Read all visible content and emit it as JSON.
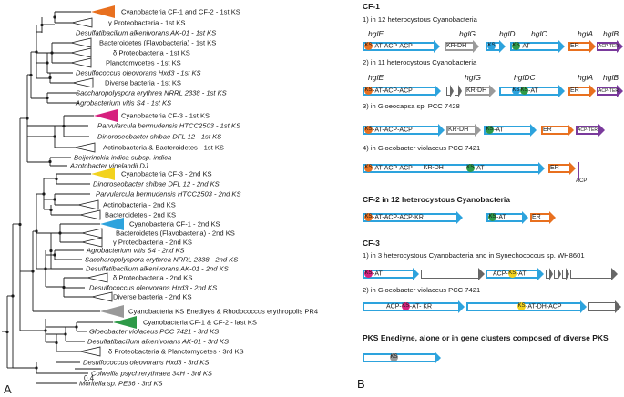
{
  "panelA": {
    "letter": "A",
    "scale_label": "0.4",
    "leaves": [
      {
        "text": "Cyanobacteria CF-1 and CF-2 - 1st KS",
        "clade": "#e8701f"
      },
      {
        "text": "γ Proteobacteria - 1st KS",
        "clade": "outline"
      },
      {
        "text": "Desulfatibacillum alkenivorans AK-01 - 1st KS",
        "italic": true
      },
      {
        "text": "Bacteroidetes (Flavobacteria) - 1st KS",
        "clade": "outline"
      },
      {
        "text": "δ Proteobacteria - 1st KS",
        "clade": "outline"
      },
      {
        "text": "Planctomycetes - 1st KS",
        "clade": "outline"
      },
      {
        "text": "Desulfococcus oleovorans Hxd3 - 1st KS",
        "italic": true
      },
      {
        "text": "Diverse bacteria - 1st KS",
        "clade": "outline"
      },
      {
        "text": "Saccharopolyspora erythrea NRRL 2338 - 1st KS",
        "italic": true
      },
      {
        "text": "Agrobacterium vitis S4 - 1st KS",
        "italic": true
      },
      {
        "text": "Cyanobacteria CF-3 - 1st KS",
        "clade": "#d6207e"
      },
      {
        "text": "Parvularcula bermudensis HTCC2503 - 1st KS",
        "italic": true
      },
      {
        "text": "Dinoroseobacter shibae DFL 12 - 1st KS",
        "italic": true
      },
      {
        "text": "Actinobacteria & Bacteroidetes - 1st KS",
        "clade": "outline"
      },
      {
        "text": "Beijerinckia indica subsp. indica",
        "italic": true
      },
      {
        "text": "Azotobacter vinelandii DJ",
        "italic": true
      },
      {
        "text": "Cyanobacteria CF-3 - 2nd KS",
        "clade": "#f2d21e"
      },
      {
        "text": "Dinoroseobacter shibae DFL 12 - 2nd KS",
        "italic": true
      },
      {
        "text": "Parvularcula bermudensis HTCC2503 - 2nd KS",
        "italic": true
      },
      {
        "text": "Actinobacteria - 2nd KS",
        "clade": "outline"
      },
      {
        "text": "Bacteroidetes - 2nd KS",
        "clade": "outline"
      },
      {
        "text": "Cyanobacteria CF-1 - 2nd KS",
        "clade": "#2da3dd"
      },
      {
        "text": "Bacteroidetes (Flavobacteria) - 2nd KS",
        "clade": "outline"
      },
      {
        "text": "γ Proteobacteria - 2nd KS",
        "clade": "outline"
      },
      {
        "text": "Agrobacterium vitis S4 - 2nd KS",
        "italic": true
      },
      {
        "text": "Saccharopolyspora erythrea NRRL 2338 - 2nd KS",
        "italic": true
      },
      {
        "text": "Desulfatibacillum alkenivorans AK-01 - 2nd KS",
        "italic": true
      },
      {
        "text": "δ Proteobacteria - 2nd KS",
        "clade": "outline"
      },
      {
        "text": "Desulfococcus oleovorans Hxd3 - 2nd KS",
        "italic": true
      },
      {
        "text": "Diverse bacteria - 2nd KS",
        "clade": "outline"
      },
      {
        "text": "Cyanobacteria KS Enediyes & Rhodococcus erythropolis PR4",
        "clade": "#999999"
      },
      {
        "text": "Cyanobacteria CF-1 & CF-2 - last KS",
        "clade": "#2e9a48"
      },
      {
        "text": "Gloeobacter violaceus PCC 7421 - 3rd KS",
        "italic": true
      },
      {
        "text": "Desulfatibacillum alkenivorans AK-01 - 3rd KS",
        "italic": true
      },
      {
        "text": "δ Proteobacteria & Planctomycetes - 3rd KS",
        "clade": "outline"
      },
      {
        "text": "Desulfococcus oleovorans Hxd3 - 3rd KS",
        "italic": true
      },
      {
        "text": "Colwellia psychrerythraea 34H - 3rd KS",
        "italic": true
      },
      {
        "text": "Moritella sp. PE36 - 3rd KS",
        "italic": true
      }
    ]
  },
  "panelB": {
    "letter": "B",
    "cf1_title": "CF-1",
    "cf1_sub1": "1) in 12 heterocystous Cyanobacteria",
    "cf1_sub2": "2) in 11 heterocystous Cyanobacteria",
    "cf1_sub3": "3) in Gloeocapsa sp. PCC 7428",
    "cf1_sub4": "4) in Gloeobacter violaceus PCC 7421",
    "cf2_title": "CF-2 in 12 heterocystous Cyanobacteria",
    "cf3_title": "CF-3",
    "cf3_sub1": "1) in 3 heterocystous Cyanobacteria and in Synechococcus sp. WH8601",
    "cf3_sub2": "2) in Gloeobacter violaceus PCC 7421",
    "pks_title": "PKS Enediyne, alone or in gene clusters composed of diverse PKS",
    "gene_names": {
      "hglE": "hglE",
      "hglG": "hglG",
      "hglD": "hglD",
      "hglC": "hglC",
      "hglA": "hglA",
      "hglB": "hglB",
      "hglDC": "hglDC"
    },
    "domains": {
      "ks_at_acp_acp": "-AT-ACP-ACP",
      "kr_dh": "KR-DH",
      "at": "-AT",
      "er": "ER",
      "acp_ter": "ACP-TER",
      "ks_at_acp_acp_kr": "-AT-ACP-ACP-KR",
      "acp": "ACP",
      "acp_ks_at": "-AT",
      "acp_prefix": "ACP-",
      "at_kr": "-AT- KR",
      "at_dh_acp": "-AT-DH-ACP",
      "ks": "KS"
    }
  }
}
